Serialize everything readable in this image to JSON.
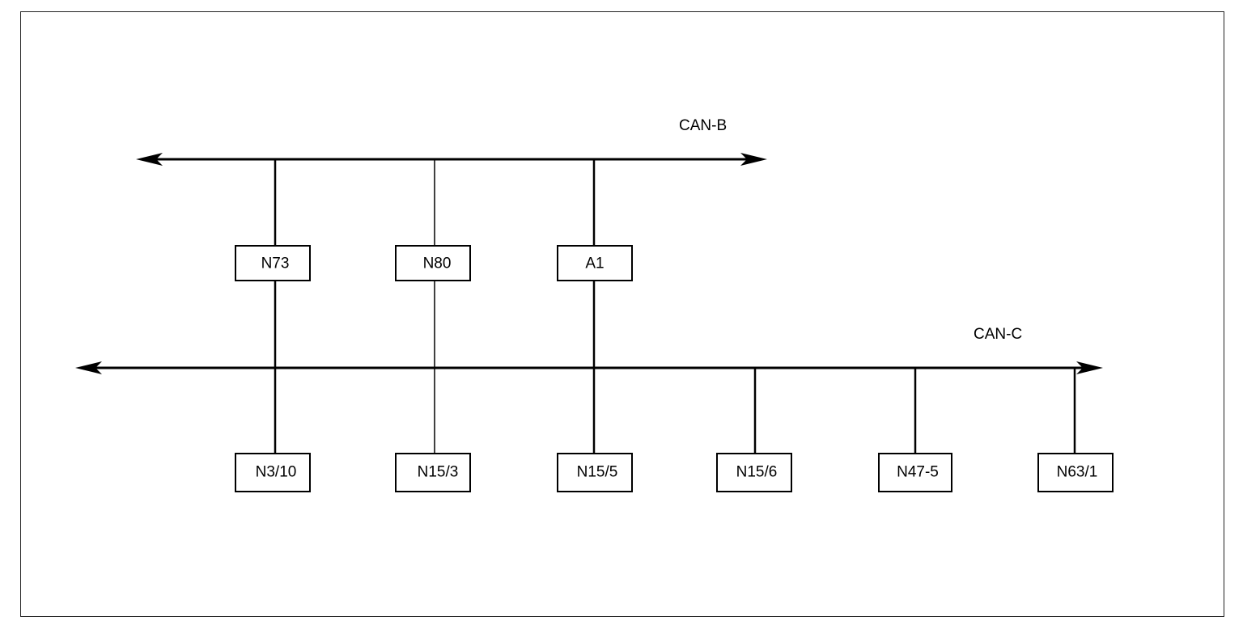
{
  "buses": [
    {
      "id": "can-b",
      "label": "CAN-B"
    },
    {
      "id": "can-c",
      "label": "CAN-C"
    }
  ],
  "nodes": [
    {
      "id": "n73",
      "label": "N73",
      "buses": [
        "can-b",
        "can-c"
      ]
    },
    {
      "id": "n80",
      "label": "N80",
      "buses": [
        "can-b",
        "can-c"
      ]
    },
    {
      "id": "a1",
      "label": "A1",
      "buses": [
        "can-b",
        "can-c"
      ]
    },
    {
      "id": "n3-10",
      "label": "N3/10",
      "buses": [
        "can-c"
      ]
    },
    {
      "id": "n15-3",
      "label": "N15/3",
      "buses": [
        "can-c"
      ]
    },
    {
      "id": "n15-5",
      "label": "N15/5",
      "buses": [
        "can-c"
      ]
    },
    {
      "id": "n15-6",
      "label": "N15/6",
      "buses": [
        "can-c"
      ]
    },
    {
      "id": "n47-5",
      "label": "N47-5",
      "buses": [
        "can-c"
      ]
    },
    {
      "id": "n63-1",
      "label": "N63/1",
      "buses": [
        "can-c"
      ]
    }
  ]
}
